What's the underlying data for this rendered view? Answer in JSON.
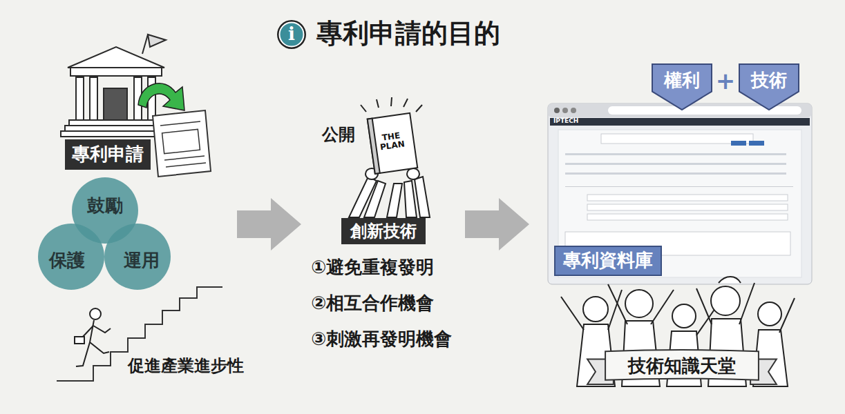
{
  "diagram": {
    "title": "專利申請的目的",
    "nodes": [
      {
        "text": [
          "專利申請"
        ]
      },
      {
        "text": [
          "鼓勵"
        ]
      },
      {
        "text": [
          "保護"
        ]
      },
      {
        "text": [
          "運用"
        ]
      },
      {
        "text": [
          "創新技術"
        ]
      },
      {
        "text": [
          "權利"
        ]
      },
      {
        "text": [
          "技術"
        ]
      },
      {
        "text": [
          "專利資料庫"
        ]
      },
      {
        "text": [
          "技術知識天堂"
        ]
      }
    ],
    "labels": [
      "i",
      "公開",
      "THE PLAN",
      "①避免重複發明",
      "②相互合作機會",
      "③刺激再發明機會",
      "促進產業進步性",
      "+",
      "IPTECH"
    ]
  }
}
